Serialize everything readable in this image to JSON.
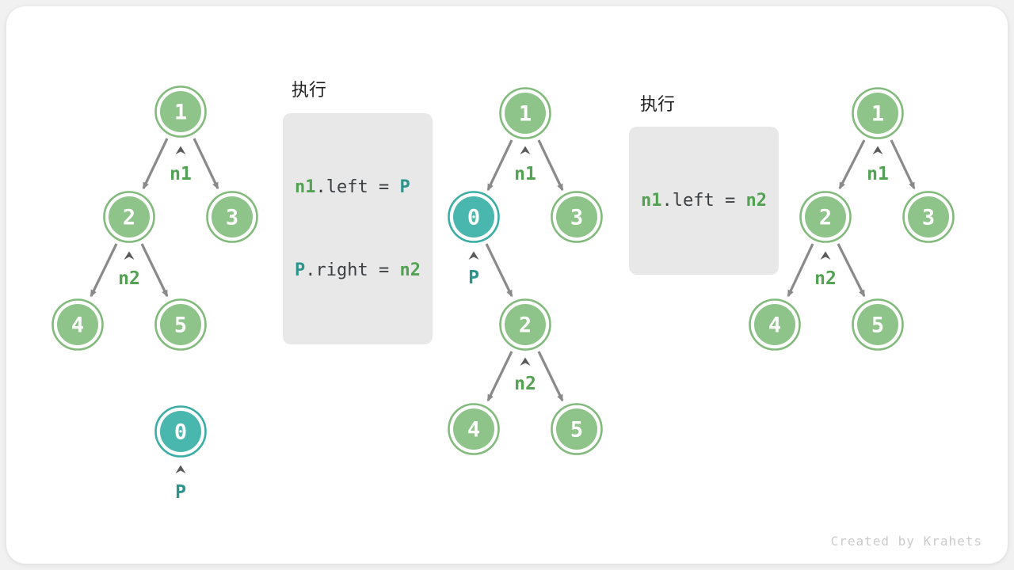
{
  "watermark": "Created by Krahets",
  "colors": {
    "page_bg": "#f1f1f1",
    "card_bg": "#ffffff",
    "node_green_fill": "#8ec489",
    "node_teal_fill": "#49b7ad",
    "edge_gray": "#8a8a8a",
    "label_green": "#53a253",
    "label_teal": "#2d948c",
    "code_box_bg": "#e8e8e8",
    "code_plain_text": "#3b3f42",
    "big_arrow_gray": "#c5c5c5"
  },
  "panels": {
    "exec1": {
      "title": "执行",
      "lines": [
        [
          "n1",
          ".left = ",
          "P"
        ],
        [
          "P",
          ".right = ",
          "n2"
        ]
      ]
    },
    "exec2": {
      "title": "执行",
      "lines": [
        [
          "n1",
          ".left = ",
          "n2"
        ]
      ]
    }
  },
  "trees": {
    "left": {
      "node1": "1",
      "node2": "2",
      "node3": "3",
      "node4": "4",
      "node5": "5",
      "node0": "0",
      "ptr_n1": "n1",
      "ptr_n2": "n2",
      "ptr_p": "P"
    },
    "middle": {
      "node1": "1",
      "node0": "0",
      "node3": "3",
      "node2": "2",
      "node4": "4",
      "node5": "5",
      "ptr_n1": "n1",
      "ptr_p": "P",
      "ptr_n2": "n2"
    },
    "right": {
      "node1": "1",
      "node2": "2",
      "node3": "3",
      "node4": "4",
      "node5": "5",
      "ptr_n1": "n1",
      "ptr_n2": "n2"
    }
  }
}
